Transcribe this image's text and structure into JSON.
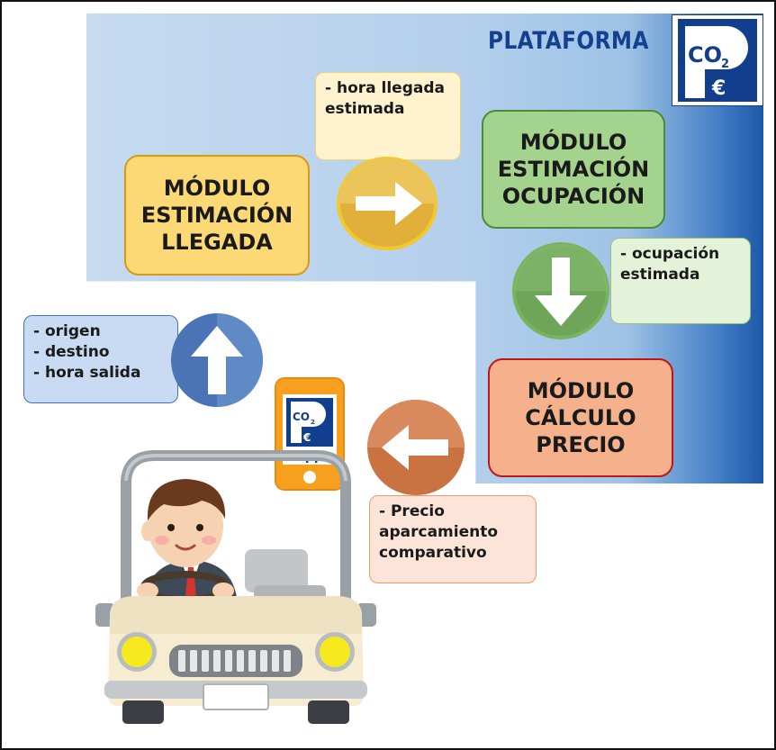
{
  "platform": {
    "title": "PLATAFORMA",
    "logo": {
      "co2": "CO",
      "sub": "2",
      "euro": "€"
    }
  },
  "modules": {
    "llegada": "MÓDULO\nESTIMACIÓN\nLLEGADA",
    "ocupacion": "MÓDULO\nESTIMACIÓN\nOCUPACIÓN",
    "precio": "MÓDULO\nCÁLCULO\nPRECIO"
  },
  "notes": {
    "hora_llegada": "- hora llegada\n  estimada",
    "ocupacion": "- ocupación\n  estimada",
    "inputs": "- origen\n- destino\n- hora salida",
    "precio": "- Precio\n  aparcamiento\n  comparativo"
  },
  "phone": {
    "label": "app",
    "co2": "CO",
    "sub": "2",
    "euro": "€"
  },
  "colors": {
    "llegada_fill": "#fdd976",
    "llegada_border": "#d89a16",
    "ocupacion_fill": "#a3d38d",
    "ocupacion_border": "#4c8b3a",
    "precio_fill": "#f5b18c",
    "precio_border": "#c0151a",
    "brand_blue": "#13408f"
  },
  "icons": [
    "arrow-right-icon",
    "arrow-down-icon",
    "arrow-up-icon",
    "arrow-left-icon",
    "parking-co2-logo",
    "driver-car-illustration",
    "smartphone-app-icon"
  ]
}
